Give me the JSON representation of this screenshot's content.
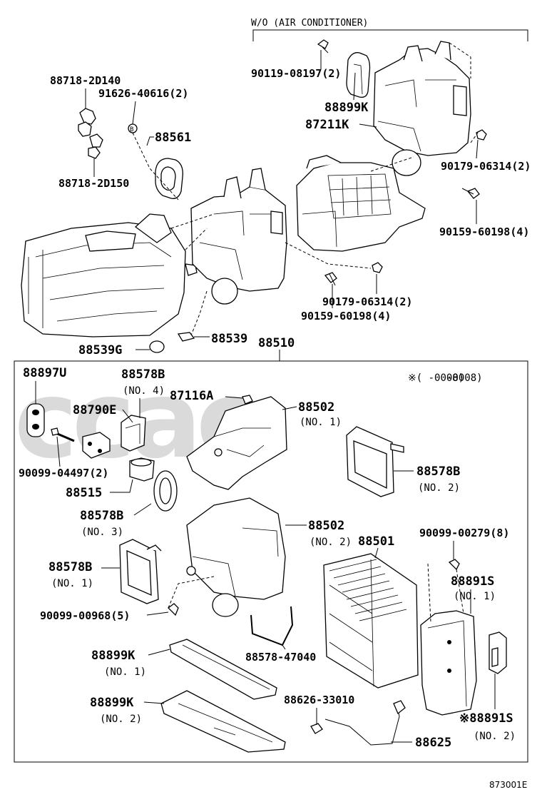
{
  "header": {
    "wo_label": "W/O (AIR CONDITIONER)"
  },
  "box_note": "※(    -0008)",
  "figure_code": "873001E",
  "top_parts": {
    "p1": "88718-2D140",
    "p2": "91626-40616(2)",
    "p3": "88561",
    "p4": "88718-2D150",
    "p5": "90119-08197(2)",
    "p6": "88899K",
    "p7": "87211K",
    "p8": "90179-06314(2)",
    "p9": "90159-60198(4)",
    "p10": "90179-06314(2)",
    "p11": "90159-60198(4)",
    "p12": "88539",
    "p13": "88539G",
    "p14": "88510"
  },
  "box_parts": {
    "b1": "88897U",
    "b2": "88578B",
    "b2s": "(NO. 4)",
    "b3": "88790E",
    "b4": "87116A",
    "b5": "88502",
    "b5s": "(NO. 1)",
    "b6": "90099-04497(2)",
    "b7": "88578B",
    "b7s": "(NO. 2)",
    "b8": "88515",
    "b9": "88578B",
    "b9s": "(NO. 3)",
    "b10": "88502",
    "b10s": "(NO. 2)",
    "b11": "88501",
    "b12": "90099-00279(8)",
    "b13": "88578B",
    "b13s": "(NO. 1)",
    "b14": "88891S",
    "b14s": "(NO. 1)",
    "b15": "90099-00968(5)",
    "b16": "88578-47040",
    "b17": "88899K",
    "b17s": "(NO. 1)",
    "b18": "88899K",
    "b18s": "(NO. 2)",
    "b19": "88626-33010",
    "b20": "88625",
    "b21": "※88891S",
    "b21s": "(NO. 2)"
  },
  "circle_marker": "B",
  "watermark": "ccac"
}
